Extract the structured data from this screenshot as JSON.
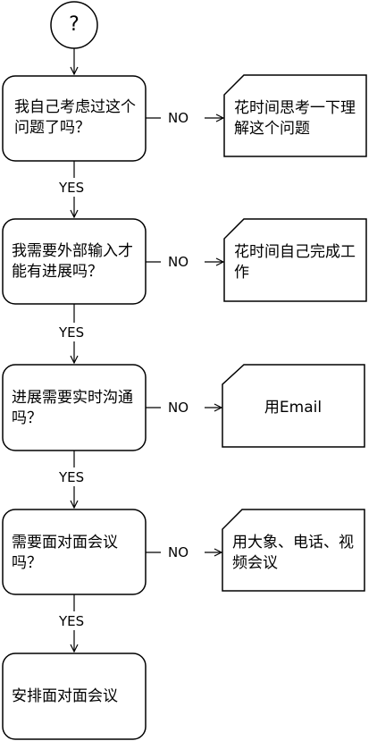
{
  "start": {
    "symbol": "?"
  },
  "steps": [
    {
      "question": "我自己考虑过这个问题了吗？",
      "yes": "YES",
      "no": "NO",
      "action": "花时间思考一下理解这个问题"
    },
    {
      "question": "我需要外部输入才能有进展吗？",
      "yes": "YES",
      "no": "NO",
      "action": "花时间自己完成工作"
    },
    {
      "question": "进展需要实时沟通吗？",
      "yes": "YES",
      "no": "NO",
      "action": "用Email"
    },
    {
      "question": "需要面对面会议吗？",
      "yes": "YES",
      "no": "NO",
      "action": "用大象、电话、视频会议"
    }
  ],
  "end": {
    "label": "安排面对面会议"
  }
}
